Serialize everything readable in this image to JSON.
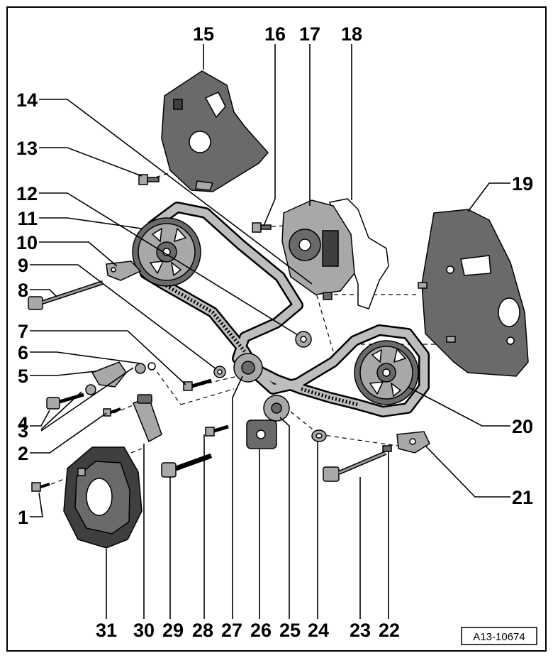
{
  "diagram": {
    "reference_code": "A13-10674",
    "labels": [
      "1",
      "2",
      "3",
      "4",
      "5",
      "6",
      "7",
      "8",
      "9",
      "10",
      "11",
      "12",
      "13",
      "14",
      "15",
      "16",
      "17",
      "18",
      "19",
      "20",
      "21",
      "22",
      "23",
      "24",
      "25",
      "26",
      "27",
      "28",
      "29",
      "30",
      "31"
    ]
  }
}
